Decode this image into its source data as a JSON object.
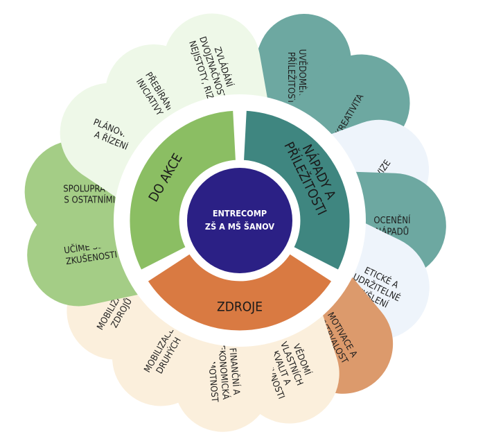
{
  "center": {
    "lines": [
      "ENTRECOMP",
      "ZŠ A MŠ ŠANOV"
    ],
    "color": "#2b2085"
  },
  "segments": [
    {
      "id": "ideas",
      "label": [
        "NÁPADY A",
        "PŘÍLEŽITOSTI"
      ],
      "color": "#3f8680"
    },
    {
      "id": "resources",
      "label": [
        "ZDROJE"
      ],
      "color": "#d97a42"
    },
    {
      "id": "action",
      "label": [
        "DO AKCE"
      ],
      "color": "#8bbe63"
    }
  ],
  "petals": [
    {
      "id": "awareness",
      "lines": [
        "UVĚDOMĚNÍ SI",
        "PŘÍLEŽITOSTI"
      ],
      "fill": "#6da8a1"
    },
    {
      "id": "creativity",
      "lines": [
        "KREATIVITA"
      ],
      "fill": "#6da8a1"
    },
    {
      "id": "vision",
      "lines": [
        "VIZE"
      ],
      "fill": "#eef4fb"
    },
    {
      "id": "valuing",
      "lines": [
        "OCENĚNÍ",
        "NÁPADŮ"
      ],
      "fill": "#6da8a1"
    },
    {
      "id": "ethical",
      "lines": [
        "ETICKÉ A",
        "UDRŽITELNÉ",
        "MYŠLENÍ"
      ],
      "fill": "#eef4fb"
    },
    {
      "id": "motivation",
      "lines": [
        "MOTIVACE A",
        "VYTRVALOST"
      ],
      "fill": "#dc9a6c"
    },
    {
      "id": "selfawareness",
      "lines": [
        "VĚDOMÍ",
        "VLASTNÍCH",
        "KVALIT A",
        "EFEKTIVNOSTI"
      ],
      "fill": "#fbefdc"
    },
    {
      "id": "financial",
      "lines": [
        "FINANČNÍ A",
        "EKONOMICKÁ",
        "GRAMOTNOST"
      ],
      "fill": "#fbefdc"
    },
    {
      "id": "mobilizing-others",
      "lines": [
        "MOBILIZACE",
        "DRUHÝCH"
      ],
      "fill": "#fbefdc"
    },
    {
      "id": "mobilizing-resources",
      "lines": [
        "MOBILIZACE",
        "ZDROJŮ"
      ],
      "fill": "#fbefdc"
    },
    {
      "id": "learning",
      "lines": [
        "UČÍME SE ZE",
        "ZKUŠENOSTI"
      ],
      "fill": "#a4cd86"
    },
    {
      "id": "cooperation",
      "lines": [
        "SPOLUPRÁCE",
        "S OSTATNÍMI"
      ],
      "fill": "#a4cd86"
    },
    {
      "id": "planning",
      "lines": [
        "PLÁNOVÁNÍ",
        "A ŘÍZENÍ"
      ],
      "fill": "#eef8e8"
    },
    {
      "id": "initiative",
      "lines": [
        "PŘEBÍRÁNÍ",
        "INICIATIVY"
      ],
      "fill": "#eef8e8"
    },
    {
      "id": "ambiguity",
      "lines": [
        "ZVLÁDÁNÍ",
        "DVOJZNAČNOSTI,",
        "NEJISTOTY, RIZIK"
      ],
      "fill": "#eef8e8"
    }
  ]
}
